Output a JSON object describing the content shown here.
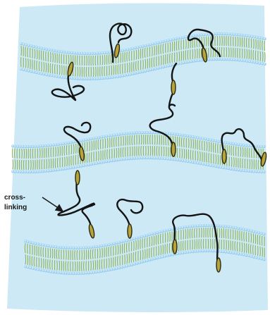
{
  "annotation": {
    "line1": "cross-",
    "line2": "linking"
  },
  "colors": {
    "water": "#cde9f5",
    "lipid_head": "#9fd0ee",
    "lipid_tail": "#8fb25a",
    "polymer": "#141414",
    "anchor": "#b8a43c"
  },
  "membranes": [
    {
      "name": "membrane-top",
      "shape": "wavy-bilayer"
    },
    {
      "name": "membrane-middle",
      "shape": "wavy-bilayer"
    },
    {
      "name": "membrane-bottom",
      "shape": "wavy-bilayer"
    }
  ],
  "polymer_count": 14
}
